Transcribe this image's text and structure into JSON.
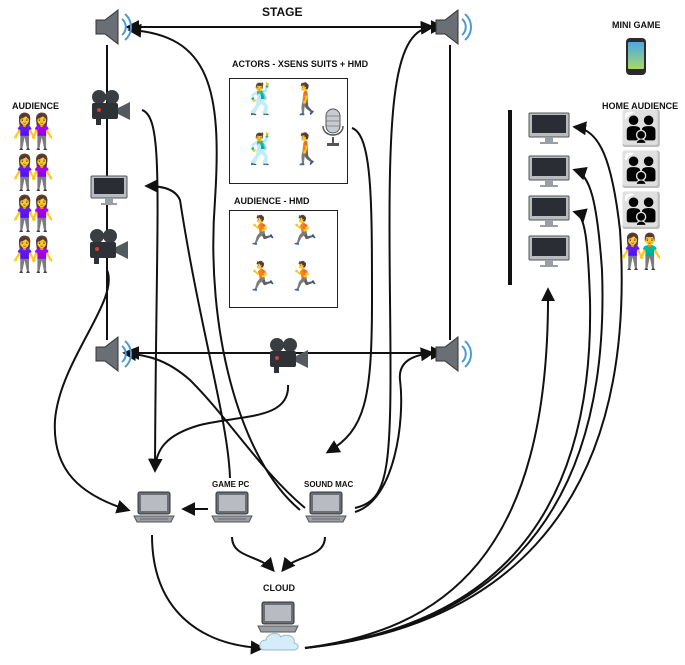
{
  "labels": {
    "stage": "STAGE",
    "mini_game": "MINI GAME",
    "audience": "AUDIENCE",
    "home_audience": "HOME AUDIENCE",
    "actors": "ACTORS - XSENS SUITS + HMD",
    "audience_hmd": "AUDIENCE - HMD",
    "game_pc": "GAME PC",
    "sound_mac": "SOUND MAC",
    "cloud": "CLOUD"
  },
  "glyphs": {
    "actor_dancer": "🕺",
    "actor_walker": "🚶",
    "runner": "🏃",
    "family": "👪",
    "couple": "👫",
    "women_pair": "👭",
    "phone": "📱",
    "microphone": "🎙",
    "speaker": "🔊",
    "camera": "🎥",
    "cloud": "☁"
  },
  "colors": {
    "line": "#111111",
    "device_silver": "#b8bcc2",
    "screen": "#2a2d33",
    "audience_hair": "#c46b2a",
    "audience_shirt": "#d93a4a",
    "dancer": "#7b3fa8",
    "runner": "#f2b64a"
  }
}
